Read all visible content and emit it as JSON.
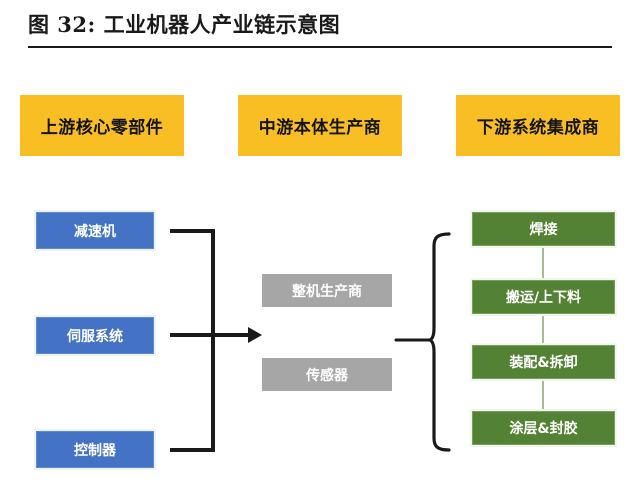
{
  "figure": {
    "title": "图  32:  工业机器人产业链示意图",
    "title_label": "图  32:",
    "title_name": "工业机器人产业链示意图"
  },
  "colors": {
    "header_yellow": "#F9BE23",
    "upstream_blue": "#4472C4",
    "midstream_gray": "#A6A6A6",
    "downstream_green": "#548235",
    "connector_black": "#1A1A1A",
    "text_white": "#FFFFFF",
    "text_dark": "#141414",
    "background": "#FFFFFF"
  },
  "headers": [
    {
      "label": "上游核心零部件"
    },
    {
      "label": "中游本体生产商"
    },
    {
      "label": "下游系统集成商"
    }
  ],
  "upstream": {
    "title": "上游核心零部件",
    "items": [
      {
        "label": "减速机"
      },
      {
        "label": "伺服系统"
      },
      {
        "label": "控制器"
      }
    ]
  },
  "midstream": {
    "title": "中游本体生产商",
    "items": [
      {
        "label": "整机生产商"
      },
      {
        "label": "传感器"
      }
    ]
  },
  "downstream": {
    "title": "下游系统集成商",
    "items": [
      {
        "label": "焊接"
      },
      {
        "label": "搬运/上下料"
      },
      {
        "label": "装配&拆卸"
      },
      {
        "label": "涂层&封胶"
      }
    ]
  },
  "connectors": {
    "upstream_to_midstream": "arrow-right",
    "midstream_to_downstream": "curly-brace",
    "downstream_chain": "arrow-down"
  },
  "chart_data": {
    "type": "diagram",
    "title": "工业机器人产业链示意图",
    "layout": "three-stage value chain, left to right",
    "stages": [
      {
        "name": "上游核心零部件",
        "color": "#F9BE23",
        "node_color": "#4472C4",
        "nodes": [
          "减速机",
          "伺服系统",
          "控制器"
        ]
      },
      {
        "name": "中游本体生产商",
        "color": "#F9BE23",
        "node_color": "#A6A6A6",
        "nodes": [
          "整机生产商",
          "传感器"
        ]
      },
      {
        "name": "下游系统集成商",
        "color": "#F9BE23",
        "node_color": "#548235",
        "nodes": [
          "焊接",
          "搬运/上下料",
          "装配&拆卸",
          "涂层&封胶"
        ]
      }
    ],
    "edges": [
      {
        "from": "上游核心零部件",
        "to": "中游本体生产商",
        "style": "bracket-then-arrow"
      },
      {
        "from": "中游本体生产商",
        "to": "下游系统集成商",
        "style": "line-then-curly-brace"
      },
      {
        "from": "焊接",
        "to": "搬运/上下料",
        "style": "arrow-down"
      },
      {
        "from": "搬运/上下料",
        "to": "装配&拆卸",
        "style": "arrow-down"
      },
      {
        "from": "装配&拆卸",
        "to": "涂层&封胶",
        "style": "arrow-down"
      }
    ]
  }
}
